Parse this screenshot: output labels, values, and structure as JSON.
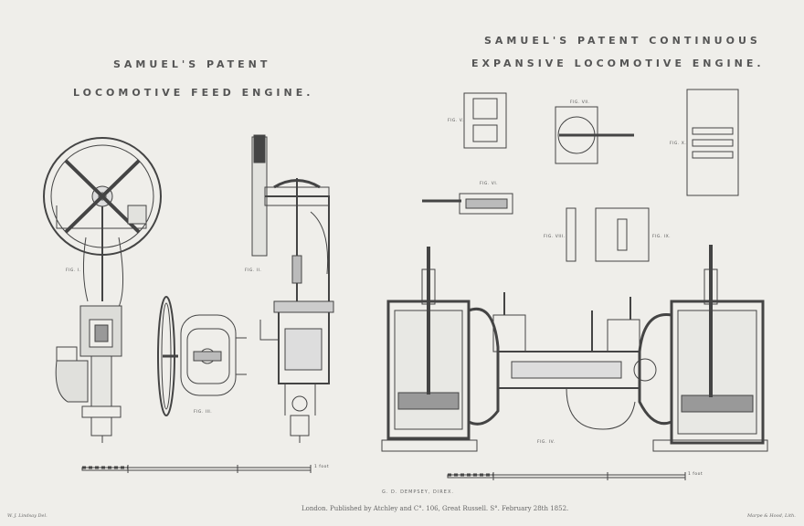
{
  "titles": {
    "left_line1": "SAMUEL'S PATENT",
    "left_line2": "LOCOMOTIVE FEED ENGINE.",
    "right_line1": "SAMUEL'S PATENT CONTINUOUS",
    "right_line2": "EXPANSIVE LOCOMOTIVE ENGINE."
  },
  "figures": {
    "fig1": "FIG. I.",
    "fig2": "FIG. II.",
    "fig3": "FIG. III.",
    "fig4": "FIG. IV.",
    "fig5": "FIG. V.",
    "fig6": "FIG. VI.",
    "fig7": "FIG. VII.",
    "fig8": "FIG. VIII.",
    "fig9": "FIG. IX.",
    "fig10": "FIG. X."
  },
  "scales": {
    "left_label": "1 foot",
    "right_label": "1 foot"
  },
  "footer": {
    "director": "G. D. DEMPSEY, DIREX.",
    "publisher": "London. Published by Atchley and C°. 106, Great Russell. S°. February 28th 1852.",
    "left_credit": "W. J. Lindsay Del.",
    "right_credit": "Marpe & Hood, Lith."
  }
}
